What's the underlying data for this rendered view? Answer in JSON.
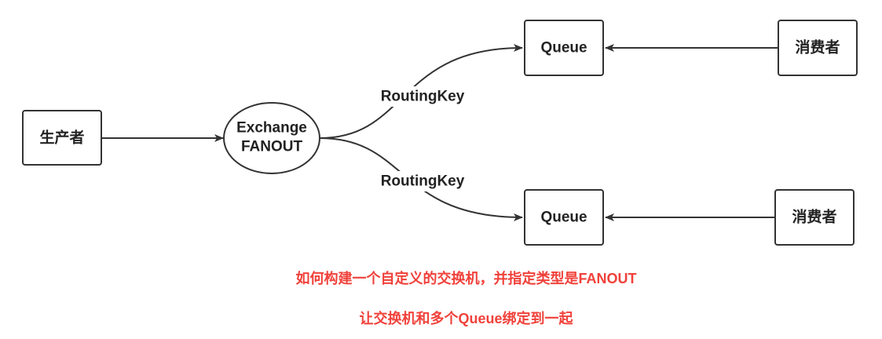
{
  "nodes": {
    "producer": "生产者",
    "exchange_line1": "Exchange",
    "exchange_line2": "FANOUT",
    "queue_top": "Queue",
    "queue_bottom": "Queue",
    "consumer_top": "消费者",
    "consumer_bottom": "消费者"
  },
  "edges": {
    "routing_key_top": "RoutingKey",
    "routing_key_bottom": "RoutingKey"
  },
  "notes": [
    "如何构建一个自定义的交换机，并指定类型是FANOUT",
    "让交换机和多个Queue绑定到一起"
  ],
  "colors": {
    "stroke": "#333333",
    "note": "#f0413a"
  }
}
